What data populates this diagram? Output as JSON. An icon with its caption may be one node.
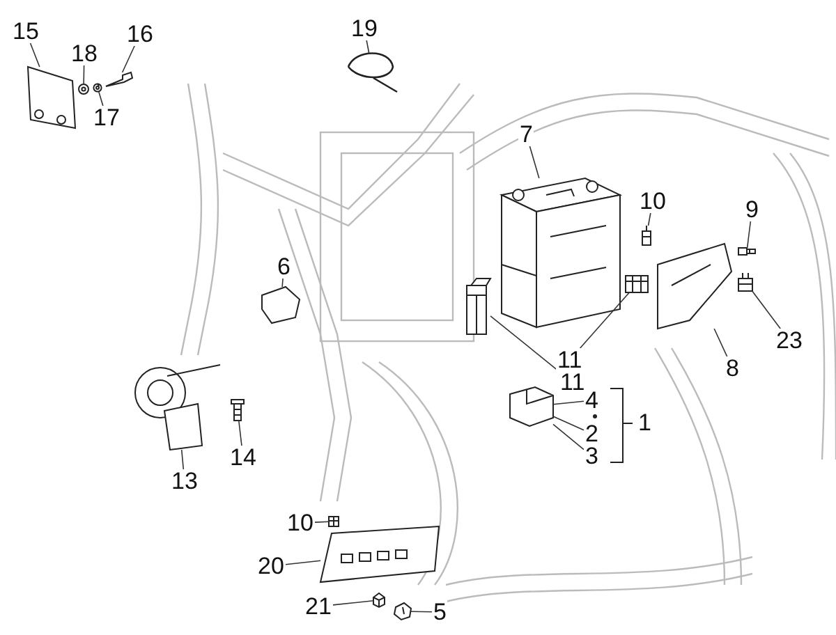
{
  "diagram": {
    "nodes": [
      {
        "text": [
          "15"
        ]
      },
      {
        "text": [
          "18"
        ]
      },
      {
        "text": [
          "16"
        ]
      },
      {
        "text": [
          "17"
        ]
      },
      {
        "text": [
          "19"
        ]
      },
      {
        "text": [
          "7"
        ]
      },
      {
        "text": [
          "10"
        ]
      },
      {
        "text": [
          "9"
        ]
      },
      {
        "text": [
          "6"
        ]
      },
      {
        "text": [
          "11"
        ]
      },
      {
        "text": [
          "11"
        ]
      },
      {
        "text": [
          "23"
        ]
      },
      {
        "text": [
          "8"
        ]
      },
      {
        "text": [
          "4"
        ]
      },
      {
        "text": [
          "2"
        ]
      },
      {
        "text": [
          "1"
        ]
      },
      {
        "text": [
          "3"
        ]
      },
      {
        "text": [
          "14"
        ]
      },
      {
        "text": [
          "13"
        ]
      },
      {
        "text": [
          "10"
        ]
      },
      {
        "text": [
          "20"
        ]
      },
      {
        "text": [
          "21"
        ]
      },
      {
        "text": [
          "5"
        ]
      },
      {
        "text": [],
        "shape": "picture"
      },
      {
        "text": [],
        "shape": "picture"
      },
      {
        "text": [],
        "shape": "picture"
      },
      {
        "text": [],
        "shape": "picture"
      },
      {
        "text": [],
        "shape": "picture"
      },
      {
        "text": [],
        "shape": "picture"
      },
      {
        "text": [],
        "shape": "picture"
      },
      {
        "text": [],
        "shape": "picture"
      },
      {
        "text": [],
        "shape": "picture"
      },
      {
        "text": [],
        "shape": "picture"
      },
      {
        "text": [],
        "shape": "picture"
      },
      {
        "text": [],
        "shape": "picture"
      },
      {
        "text": [],
        "shape": "picture"
      },
      {
        "text": [],
        "shape": "picture"
      },
      {
        "text": [],
        "shape": "picture"
      },
      {
        "text": [],
        "shape": "picture"
      },
      {
        "text": [],
        "shape": "picture"
      },
      {
        "text": [],
        "shape": "picture"
      },
      {
        "text": [],
        "shape": "picture"
      },
      {
        "text": [],
        "shape": "picture"
      }
    ],
    "edges": [
      {
        "from": 0,
        "to": 23,
        "arrow": "none"
      },
      {
        "from": 1,
        "to": 24,
        "arrow": "none"
      },
      {
        "from": 2,
        "to": 25,
        "arrow": "none"
      },
      {
        "from": 3,
        "to": 26,
        "arrow": "none"
      },
      {
        "from": 4,
        "to": 27,
        "arrow": "none"
      },
      {
        "from": 5,
        "to": 28,
        "arrow": "none"
      },
      {
        "from": 6,
        "to": 29,
        "arrow": "none"
      },
      {
        "from": 7,
        "to": 30,
        "arrow": "none"
      },
      {
        "from": 8,
        "to": 31,
        "arrow": "none"
      },
      {
        "from": 9,
        "to": 32,
        "arrow": "none"
      },
      {
        "from": 10,
        "to": 33,
        "arrow": "none"
      },
      {
        "from": 11,
        "to": 34,
        "arrow": "none"
      },
      {
        "from": 12,
        "to": 35,
        "arrow": "none"
      },
      {
        "from": 13,
        "to": 36,
        "arrow": "none"
      },
      {
        "from": 14,
        "to": 36,
        "arrow": "none"
      },
      {
        "from": 16,
        "to": 36,
        "arrow": "none"
      },
      {
        "from": 17,
        "to": 37,
        "arrow": "none"
      },
      {
        "from": 18,
        "to": 38,
        "arrow": "none"
      },
      {
        "from": 19,
        "to": 39,
        "arrow": "none"
      },
      {
        "from": 20,
        "to": 40,
        "arrow": "none"
      },
      {
        "from": 21,
        "to": 41,
        "arrow": "none"
      },
      {
        "from": 22,
        "to": 42,
        "arrow": "none"
      }
    ]
  }
}
